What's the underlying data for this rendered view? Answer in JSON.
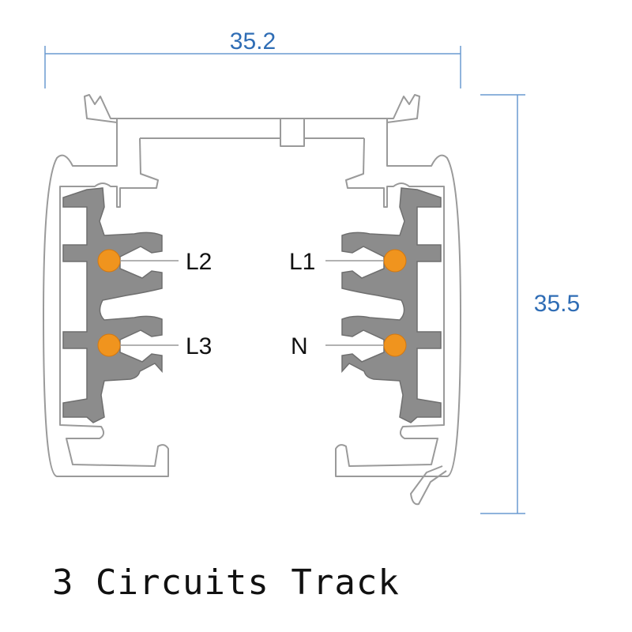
{
  "dimensions": {
    "width_label": "35.2",
    "height_label": "35.5"
  },
  "conductors": [
    {
      "label": "L2",
      "side": "left",
      "position": "upper"
    },
    {
      "label": "L3",
      "side": "left",
      "position": "lower"
    },
    {
      "label": "L1",
      "side": "right",
      "position": "upper"
    },
    {
      "label": "N",
      "side": "right",
      "position": "lower"
    }
  ],
  "title": "3 Circuits Track",
  "colors": {
    "dimension": "#2f6db5",
    "conductor": "#f0941e",
    "insulator": "#8c8c8c",
    "profile": "#9a9a9a"
  }
}
